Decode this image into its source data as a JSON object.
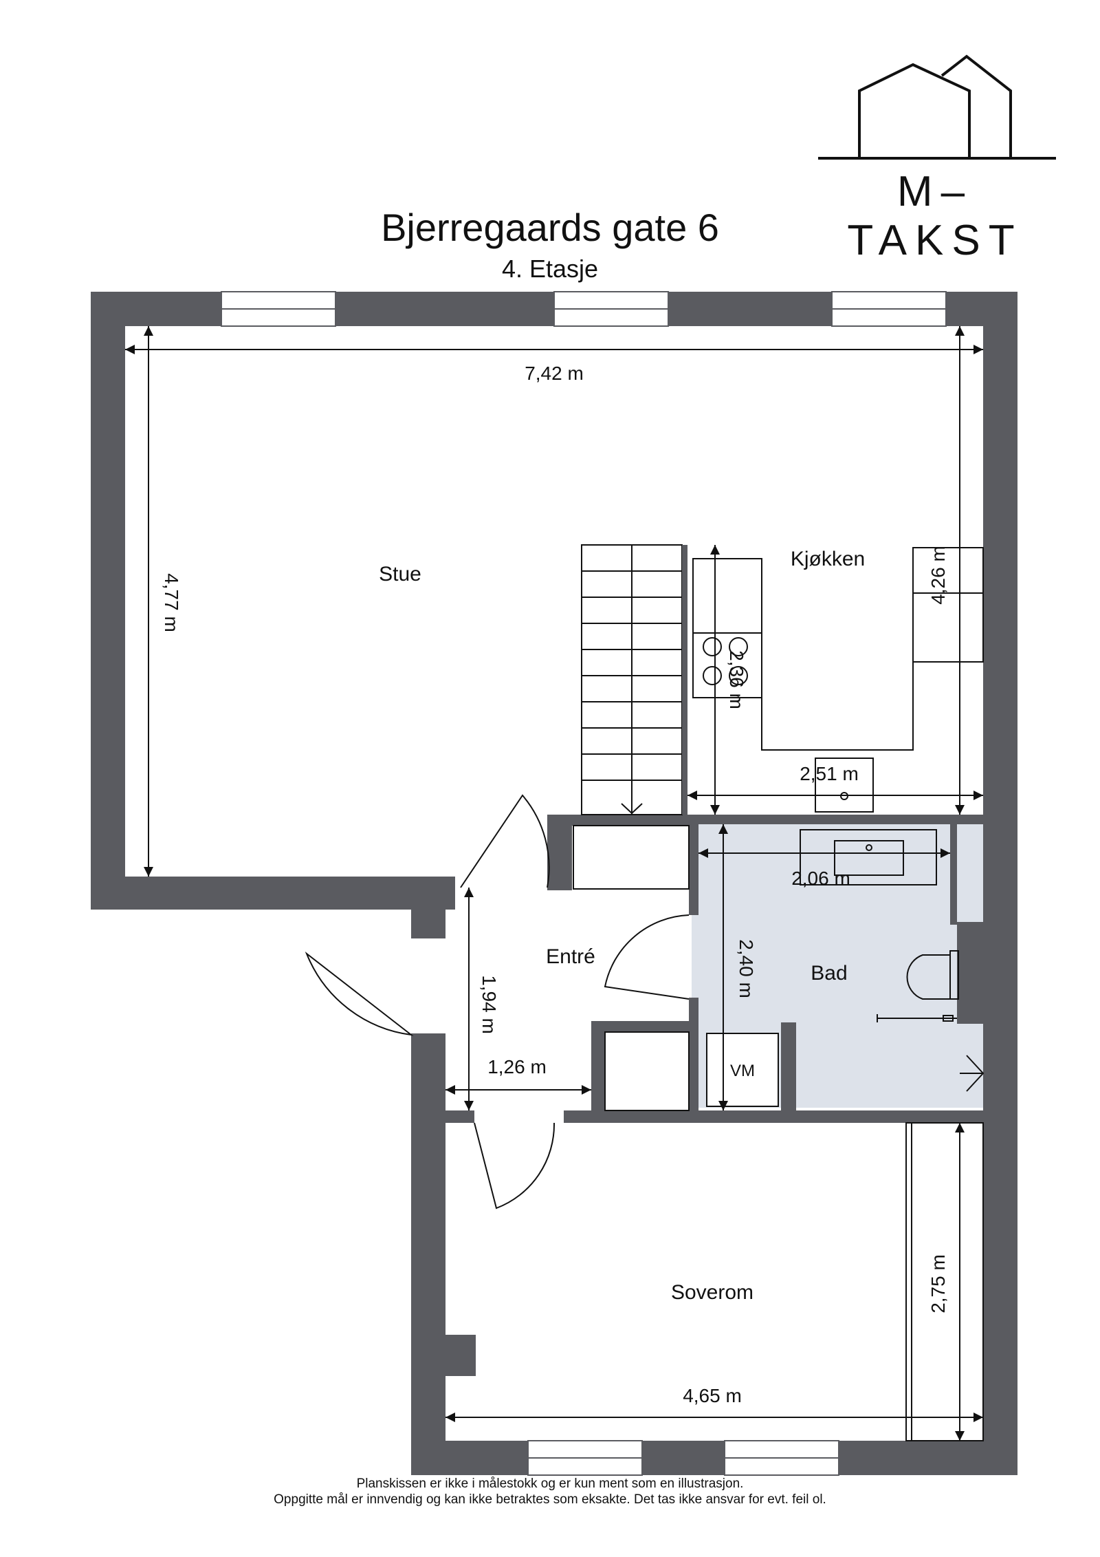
{
  "header": {
    "title": "Bjerregaards gate 6",
    "subtitle": "4. Etasje"
  },
  "logo": {
    "text": "M–TAKST",
    "icon": "house-outline-icon"
  },
  "rooms": {
    "stue": "Stue",
    "kjokken": "Kjøkken",
    "entre": "Entré",
    "bad": "Bad",
    "soverom": "Soverom"
  },
  "fixtures": {
    "washing_machine": "VM"
  },
  "dimensions": {
    "stue_width": "7,42 m",
    "stue_height": "4,77 m",
    "kjokken_height": "4,26 m",
    "kjokken_counter": "2,36 m",
    "kjokken_width": "2,51 m",
    "bad_width": "2,06 m",
    "bad_height": "2,40 m",
    "entre_height": "1,94 m",
    "entre_width": "1,26 m",
    "soverom_height": "2,75 m",
    "soverom_width": "4,65 m"
  },
  "disclaimer": {
    "line1": "Planskissen er ikke i målestokk og er kun ment som en illustrasjon.",
    "line2": "Oppgitte mål er innvendig og kan ikke betraktes som eksakte. Det tas ikke ansvar for evt. feil ol."
  },
  "colors": {
    "wall": "#5a5b60",
    "bath_floor": "#dde2ea",
    "line": "#111111"
  }
}
